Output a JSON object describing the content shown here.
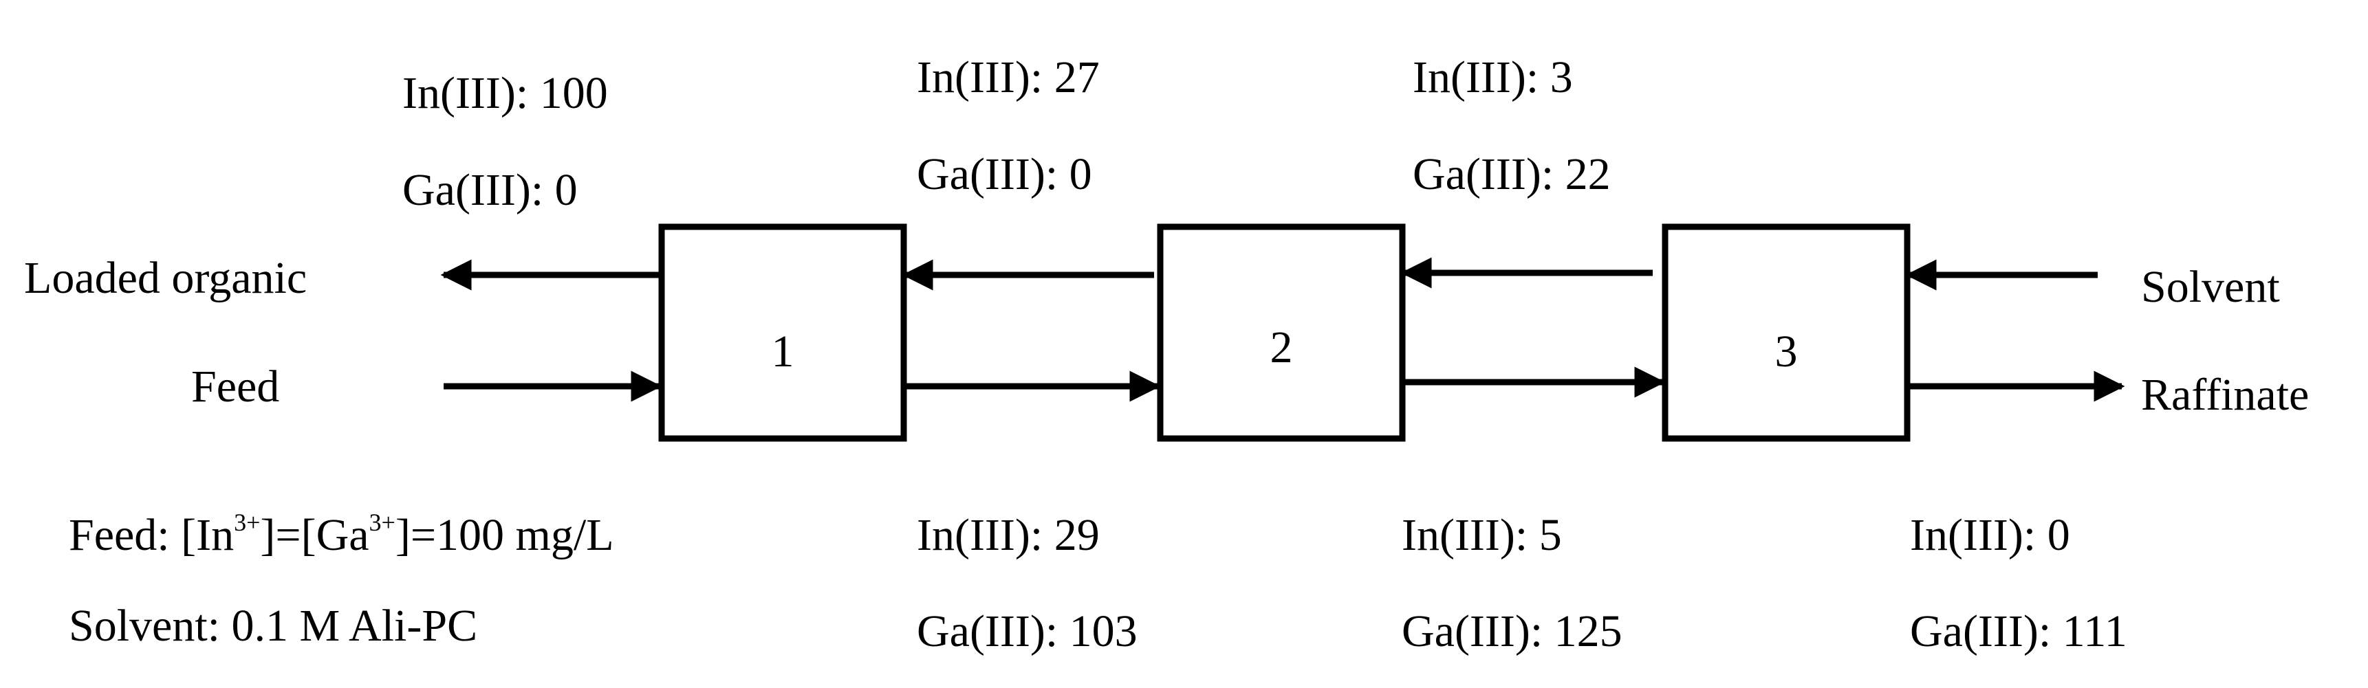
{
  "stages": [
    {
      "label": "1"
    },
    {
      "label": "2"
    },
    {
      "label": "3"
    }
  ],
  "streams": {
    "loaded_organic": "Loaded organic",
    "feed": "Feed",
    "solvent": "Solvent",
    "raffinate": "Raffinate"
  },
  "organic_values": [
    {
      "in": "In(III): 100",
      "ga": "Ga(III): 0"
    },
    {
      "in": "In(III): 27",
      "ga": "Ga(III): 0"
    },
    {
      "in": "In(III): 3",
      "ga": "Ga(III): 22"
    }
  ],
  "aqueous_values": [
    {
      "in": "In(III): 29",
      "ga": "Ga(III): 103"
    },
    {
      "in": "In(III): 5",
      "ga": "Ga(III): 125"
    },
    {
      "in": "In(III): 0",
      "ga": "Ga(III): 111"
    }
  ],
  "conditions": {
    "feed_prefix": "Feed: [In",
    "feed_sup1": "3+",
    "feed_mid": "]=[Ga",
    "feed_sup2": "3+",
    "feed_suffix": "]=100 mg/L",
    "solvent": "Solvent: 0.1 M Ali-PC"
  }
}
